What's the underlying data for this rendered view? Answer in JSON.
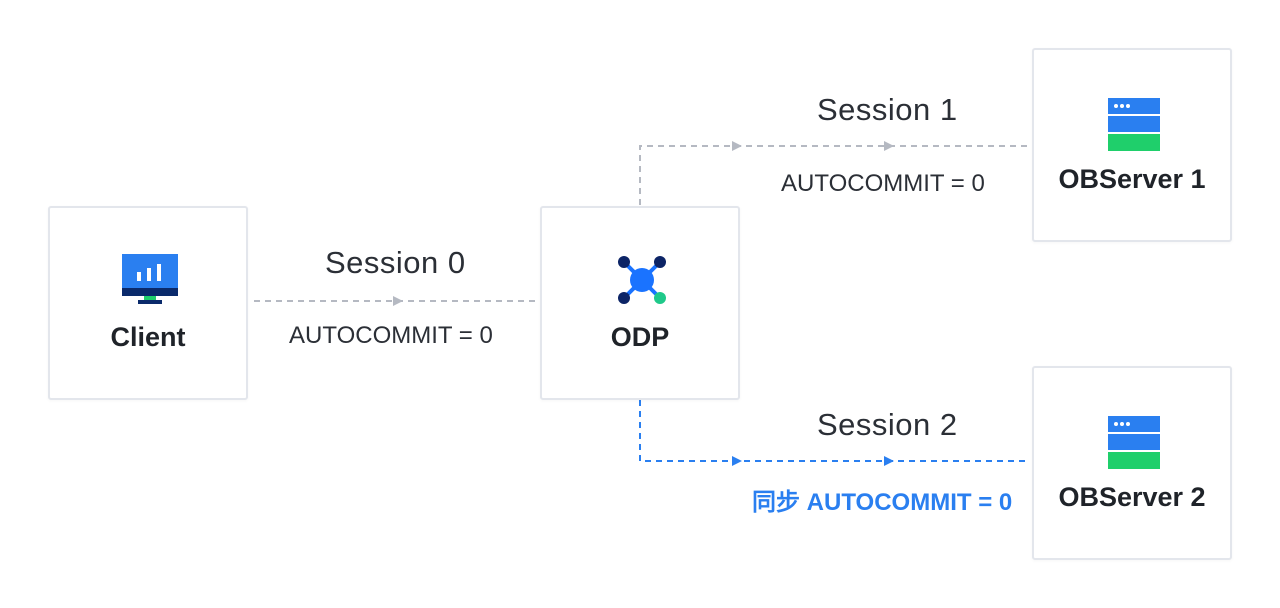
{
  "nodes": {
    "client": {
      "label": "Client"
    },
    "odp": {
      "label": "ODP"
    },
    "observer1": {
      "label": "OBServer 1"
    },
    "observer2": {
      "label": "OBServer 2"
    }
  },
  "edges": {
    "session0": {
      "label": "Session 0",
      "sublabel": "AUTOCOMMIT = 0"
    },
    "session1": {
      "label": "Session 1",
      "sublabel": "AUTOCOMMIT = 0"
    },
    "session2": {
      "label": "Session 2",
      "sublabel": "同步 AUTOCOMMIT = 0"
    }
  },
  "colors": {
    "gray_line": "#b5b9c2",
    "blue_line": "#2a7ff0",
    "server_blue": "#2a7ff0",
    "server_green": "#1fcf6b",
    "monitor_blue": "#2a7ff0",
    "monitor_dark": "#0a2a6b",
    "hub_blue": "#1a73ff",
    "hub_navy": "#0c2466",
    "hub_green": "#1fc98a"
  },
  "icons": {
    "client": "monitor-chart-icon",
    "odp": "network-hub-icon",
    "observer": "server-stack-icon"
  }
}
